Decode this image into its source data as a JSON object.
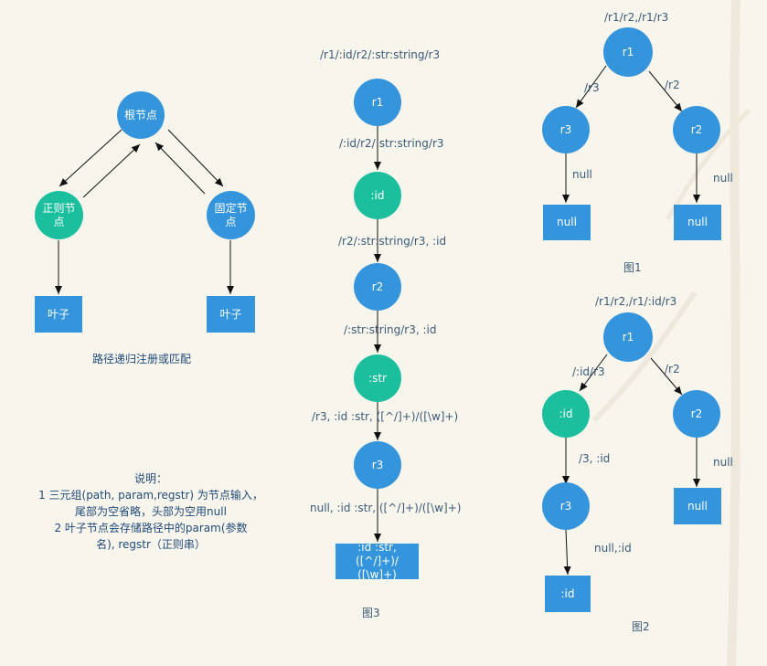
{
  "colors": {
    "node_blue": "#3595dc",
    "node_teal": "#1bbf9e",
    "label_text": "#3a5a78",
    "background": "#f8f5ec"
  },
  "left": {
    "root": "根节点",
    "regex_node": "正则节点",
    "fixed_node": "固定节点",
    "leaf_left": "叶子",
    "leaf_right": "叶子",
    "caption": "路径递归注册或匹配"
  },
  "note": {
    "title": "说明：",
    "line1": "1  三元组(path, param,regstr) 为节点输入，",
    "line2": "尾部为空省略，头部为空用null",
    "line3": "2  叶子节点会存储路径中的param(参数",
    "line4": "名), regstr（正则串）"
  },
  "fig3": {
    "top_label": "/r1/:id/r2/:str:string/r3",
    "n1": "r1",
    "e1": "/:id/r2/:str:string/r3",
    "n2": ":id",
    "e2": "/r2/:str:string/r3, :id",
    "n3": "r2",
    "e3": "/:str:string/r3, :id",
    "n4": ":str",
    "e4": "/r3, :id :str, ([^/]+)/([\\w]+)",
    "n5": "r3",
    "e5": "null, :id :str, ([^/]+)/([\\w]+)",
    "leaf_line1": ":id :str, ([^/]+)/",
    "leaf_line2": "([\\w]+)",
    "caption": "图3"
  },
  "fig1": {
    "top_label": "/r1/r2,/r1/r3",
    "root": "r1",
    "e_left": "/r3",
    "e_right": "/r2",
    "left_node": "r3",
    "right_node": "r2",
    "e_left_down": "null",
    "e_right_down": "null",
    "leaf_left": "null",
    "leaf_right": "null",
    "caption": "图1"
  },
  "fig2": {
    "top_label": "/r1/r2,/r1/:id/r3",
    "root": "r1",
    "e_left": "/:id/r3",
    "e_right": "/r2",
    "left_node": ":id",
    "right_node": "r2",
    "e_left_down": "/3, :id",
    "e_right_down": "null",
    "mid_node": "r3",
    "e_mid_down": "null,:id",
    "leaf_left": ":id",
    "leaf_right": "null",
    "caption": "图2"
  }
}
